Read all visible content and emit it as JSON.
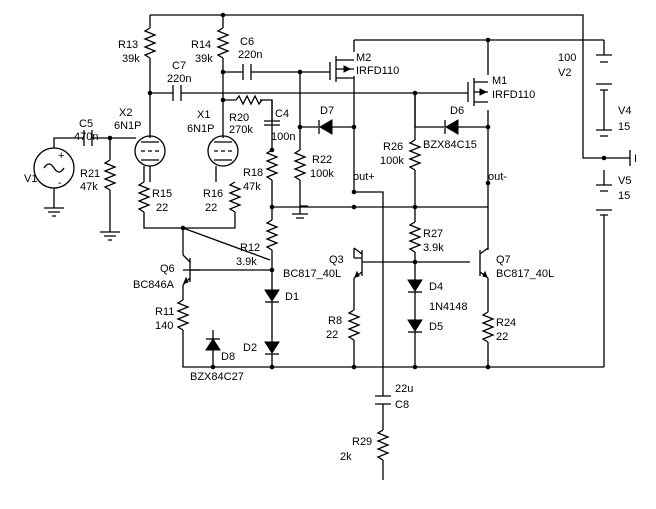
{
  "labels": {
    "r13": "R13",
    "r13v": "39k",
    "r14": "R14",
    "r14v": "39k",
    "c6": "C6",
    "c6v": "220n",
    "c7": "C7",
    "c7v": "220n",
    "m2": "M2",
    "m2v": "IRFD110",
    "m1": "M1",
    "m1v": "IRFD110",
    "v2v": "100",
    "v2": "V2",
    "v4": "V4",
    "v4v": "15",
    "v5": "V5",
    "v5v": "15",
    "x2": "X2",
    "x2v": "6N1P",
    "x1": "X1",
    "x1v": "6N1P",
    "r20": "R20",
    "r20v": "270k",
    "c4": "C4",
    "c4v": "100n",
    "c5": "C5",
    "c5v": "470n",
    "d7": "D7",
    "d6": "D6",
    "r26": "R26",
    "r26v": "100k",
    "bzx15": "BZX84C15",
    "r22": "R22",
    "r22v": "100k",
    "v1": "V1",
    "r21": "R21",
    "r21v": "47k",
    "r18": "R18",
    "r18v": "47k",
    "r15": "R15",
    "r15v": "22",
    "r16": "R16",
    "r16v": "22",
    "outp": "out+",
    "outm": "out-",
    "r27": "R27",
    "r27v": "3.9k",
    "r12": "R12",
    "r12v": "3.9k",
    "q6": "Q6",
    "q6v": "BC846A",
    "q3": "Q3",
    "q3v": "BC817_40L",
    "q7": "Q7",
    "q7v": "BC817_40L",
    "d1": "D1",
    "d2": "D2",
    "d4": "D4",
    "d5": "D5",
    "d4v": "1N4148",
    "r11": "R11",
    "r11v": "140",
    "r8": "R8",
    "r8v": "22",
    "r24": "R24",
    "r24v": "22",
    "d8": "D8",
    "bzx27": "BZX84C27",
    "c8": "C8",
    "c8v": "22u",
    "r29": "R29",
    "r29v": "2k",
    "i_label": "I",
    "plus": "+",
    "minus": "-"
  },
  "colors": {
    "wire": "#000000",
    "background": "#ffffff"
  }
}
